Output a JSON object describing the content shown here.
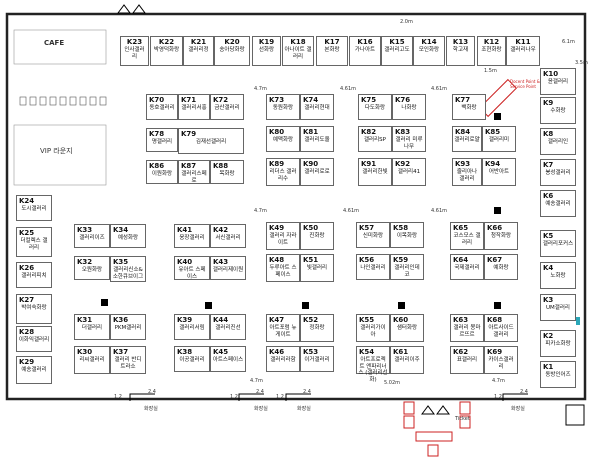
{
  "hall": {
    "cafe_label": "CAFE",
    "vip_label": "VIP 라운지",
    "info_label": "Docent Point & Service Point",
    "ticket_label": "Ticket",
    "restroom_label": "화장실",
    "stair_labels": [
      "1.2",
      "2.4"
    ]
  },
  "dimensions": {
    "aisle_top": "2.0m",
    "aisle_right": "6.1m",
    "aisle_mid": "4.61m",
    "aisle_bottom": "5.02m",
    "aisle_side": "3.5m",
    "col_gap": "4.7m",
    "small_gap": "1.5m"
  },
  "booths": [
    {
      "code": "K23",
      "name": "인사갤러리"
    },
    {
      "code": "K22",
      "name": "박영덕화랑"
    },
    {
      "code": "K21",
      "name": "갤러리정"
    },
    {
      "code": "K20",
      "name": "송아당화랑"
    },
    {
      "code": "K19",
      "name": "선화랑"
    },
    {
      "code": "K18",
      "name": "아나이트 갤러리"
    },
    {
      "code": "K17",
      "name": "본화랑"
    },
    {
      "code": "K16",
      "name": "가나아트"
    },
    {
      "code": "K15",
      "name": "갤러리고도"
    },
    {
      "code": "K14",
      "name": "모인화랑"
    },
    {
      "code": "K13",
      "name": "학고재"
    },
    {
      "code": "K12",
      "name": "조현화랑"
    },
    {
      "code": "K11",
      "name": "갤러리나우"
    },
    {
      "code": "K10",
      "name": "윤갤러리"
    },
    {
      "code": "K9",
      "name": "수화랑"
    },
    {
      "code": "K8",
      "name": "갤러리인"
    },
    {
      "code": "K7",
      "name": "봉성갤러리"
    },
    {
      "code": "K6",
      "name": "예송갤러리"
    },
    {
      "code": "K5",
      "name": "갤러리포커스"
    },
    {
      "code": "K4",
      "name": "노화랑"
    },
    {
      "code": "K3",
      "name": "UM갤러리"
    },
    {
      "code": "K2",
      "name": "피카소화랑"
    },
    {
      "code": "K1",
      "name": "동방인어즈"
    },
    {
      "code": "K24",
      "name": "도시갤러리"
    },
    {
      "code": "K25",
      "name": "더컬렉스 갤러리"
    },
    {
      "code": "K26",
      "name": "갤러리피치"
    },
    {
      "code": "K27",
      "name": "박여숙화랑"
    },
    {
      "code": "K28",
      "name": "이화익갤러리"
    },
    {
      "code": "K29",
      "name": "예송갤러리"
    },
    {
      "code": "K70",
      "name": "동호갤러리"
    },
    {
      "code": "K71",
      "name": "갤러리서홍"
    },
    {
      "code": "K72",
      "name": "금산갤러리"
    },
    {
      "code": "K73",
      "name": "동원화랑"
    },
    {
      "code": "K74",
      "name": "갤러리현대"
    },
    {
      "code": "K75",
      "name": "다도화랑"
    },
    {
      "code": "K76",
      "name": "나화랑"
    },
    {
      "code": "K77",
      "name": "백화랑"
    },
    {
      "code": "K78",
      "name": "명갤러리"
    },
    {
      "code": "K79",
      "name": "김재선갤러리"
    },
    {
      "code": "K80",
      "name": "예맥화랑"
    },
    {
      "code": "K81",
      "name": "갤러리도올"
    },
    {
      "code": "K82",
      "name": "갤러리SP"
    },
    {
      "code": "K83",
      "name": "갤러리 미루나무"
    },
    {
      "code": "K84",
      "name": "갤러리로얄"
    },
    {
      "code": "K85",
      "name": "갤러리미"
    },
    {
      "code": "K86",
      "name": "이원화랑"
    },
    {
      "code": "K87",
      "name": "갤러리스페로"
    },
    {
      "code": "K88",
      "name": "목화랑"
    },
    {
      "code": "K89",
      "name": "리더스 갤러리수"
    },
    {
      "code": "K90",
      "name": "갤러리로로"
    },
    {
      "code": "K91",
      "name": "갤러리한빛"
    },
    {
      "code": "K92",
      "name": "갤러리41"
    },
    {
      "code": "K93",
      "name": "줄리아나 갤러리"
    },
    {
      "code": "K94",
      "name": "어반아트"
    },
    {
      "code": "K33",
      "name": "갤러리이즈"
    },
    {
      "code": "K34",
      "name": "예성화랑"
    },
    {
      "code": "K41",
      "name": "웅장갤러리"
    },
    {
      "code": "K42",
      "name": "서신갤러리"
    },
    {
      "code": "K49",
      "name": "갤러리 자라이트"
    },
    {
      "code": "K50",
      "name": "진화랑"
    },
    {
      "code": "K57",
      "name": "신미화랑"
    },
    {
      "code": "K58",
      "name": "이목화랑"
    },
    {
      "code": "K65",
      "name": "코스모스 갤러리"
    },
    {
      "code": "K66",
      "name": "청작화랑"
    },
    {
      "code": "K32",
      "name": "오원화랑"
    },
    {
      "code": "K35",
      "name": "갤러리신소&소한큐브이그"
    },
    {
      "code": "K40",
      "name": "유아트 스페이스"
    },
    {
      "code": "K43",
      "name": "갤러리제이원"
    },
    {
      "code": "K48",
      "name": "두루아트 스페이스"
    },
    {
      "code": "K51",
      "name": "빛갤러리"
    },
    {
      "code": "K56",
      "name": "나인갤러리"
    },
    {
      "code": "K59",
      "name": "갤러리인데코"
    },
    {
      "code": "K64",
      "name": "국제갤러리"
    },
    {
      "code": "K67",
      "name": "예화랑"
    },
    {
      "code": "K31",
      "name": "더갤러리"
    },
    {
      "code": "K36",
      "name": "PKM갤러리"
    },
    {
      "code": "K39",
      "name": "갤러리서림"
    },
    {
      "code": "K44",
      "name": "갤러리진선"
    },
    {
      "code": "K47",
      "name": "아트포럼 뉴게이트"
    },
    {
      "code": "K52",
      "name": "정화랑"
    },
    {
      "code": "K55",
      "name": "갤러리가이아"
    },
    {
      "code": "K60",
      "name": "샘터화랑"
    },
    {
      "code": "K63",
      "name": "갤러리 몽마르뜨르"
    },
    {
      "code": "K68",
      "name": "아트사이드 갤러리"
    },
    {
      "code": "K30",
      "name": "리씨갤러리"
    },
    {
      "code": "K37",
      "name": "갤러리 반디트라소"
    },
    {
      "code": "K38",
      "name": "이공갤러리"
    },
    {
      "code": "K45",
      "name": "아트스페이스"
    },
    {
      "code": "K46",
      "name": "갤러리라함"
    },
    {
      "code": "K53",
      "name": "이거갤러리"
    },
    {
      "code": "K54",
      "name": "아트프로젝트 엔파리너스 (갤러리선화)"
    },
    {
      "code": "K61",
      "name": "갤러리이주"
    },
    {
      "code": "K62",
      "name": "표갤러리"
    },
    {
      "code": "K69",
      "name": "카이스갤러리"
    }
  ]
}
